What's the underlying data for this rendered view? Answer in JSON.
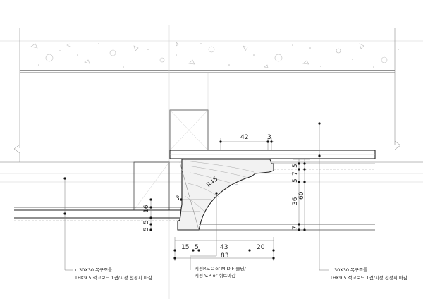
{
  "drawing": {
    "dimensions": {
      "top_42": "42",
      "top_3": "3",
      "left_3": "3",
      "radius": "R45",
      "left_16": "16",
      "left_5a": "5",
      "left_5b": "5",
      "right_5": "5",
      "right_7a": "7",
      "right_5b": "5",
      "right_60": "60",
      "right_36": "36",
      "right_7b": "7",
      "bottom_15": "15",
      "bottom_5": "5",
      "bottom_43": "43",
      "bottom_20": "20",
      "bottom_83": "83"
    },
    "notes": {
      "left_line1": "ㅁ30X30 목구조틀",
      "left_line2": "THK9.5 석고보드 1겹/지정 천정지 마감",
      "center_line1": "지정P.V.C or M.D.F 몰딩/",
      "center_line2": "지정 V.P or 쉬트마감",
      "right_line1": "ㅁ30X30 목구조틀",
      "right_line2": "THK9.5 석고보드 1겹/지정 천정지 마감"
    }
  }
}
